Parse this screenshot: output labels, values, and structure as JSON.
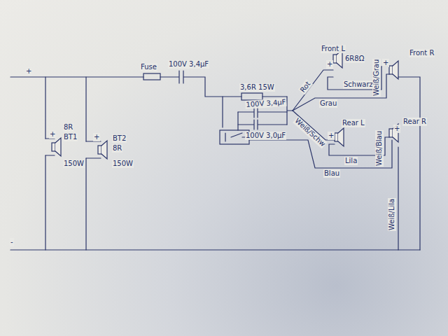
{
  "diagram": {
    "labels": [
      "+",
      "-",
      "Fuse",
      "100V 3,4µF",
      "3,6R 15W",
      "100V 3,4µF",
      "100V 3,0µF",
      "8R",
      "BT1",
      "150W",
      "BT2",
      "8R",
      "150W",
      "Front L",
      "6R8Ω",
      "Front R",
      "Rear L",
      "Rear R",
      "Rot",
      "Grau",
      "Schwarz",
      "Weiß/Grau",
      "Weiß/Schw",
      "Lila",
      "Blau",
      "Weiß/Blau",
      "Weiß/Lila",
      "+",
      "+",
      "+",
      "+",
      "+",
      "+"
    ]
  }
}
